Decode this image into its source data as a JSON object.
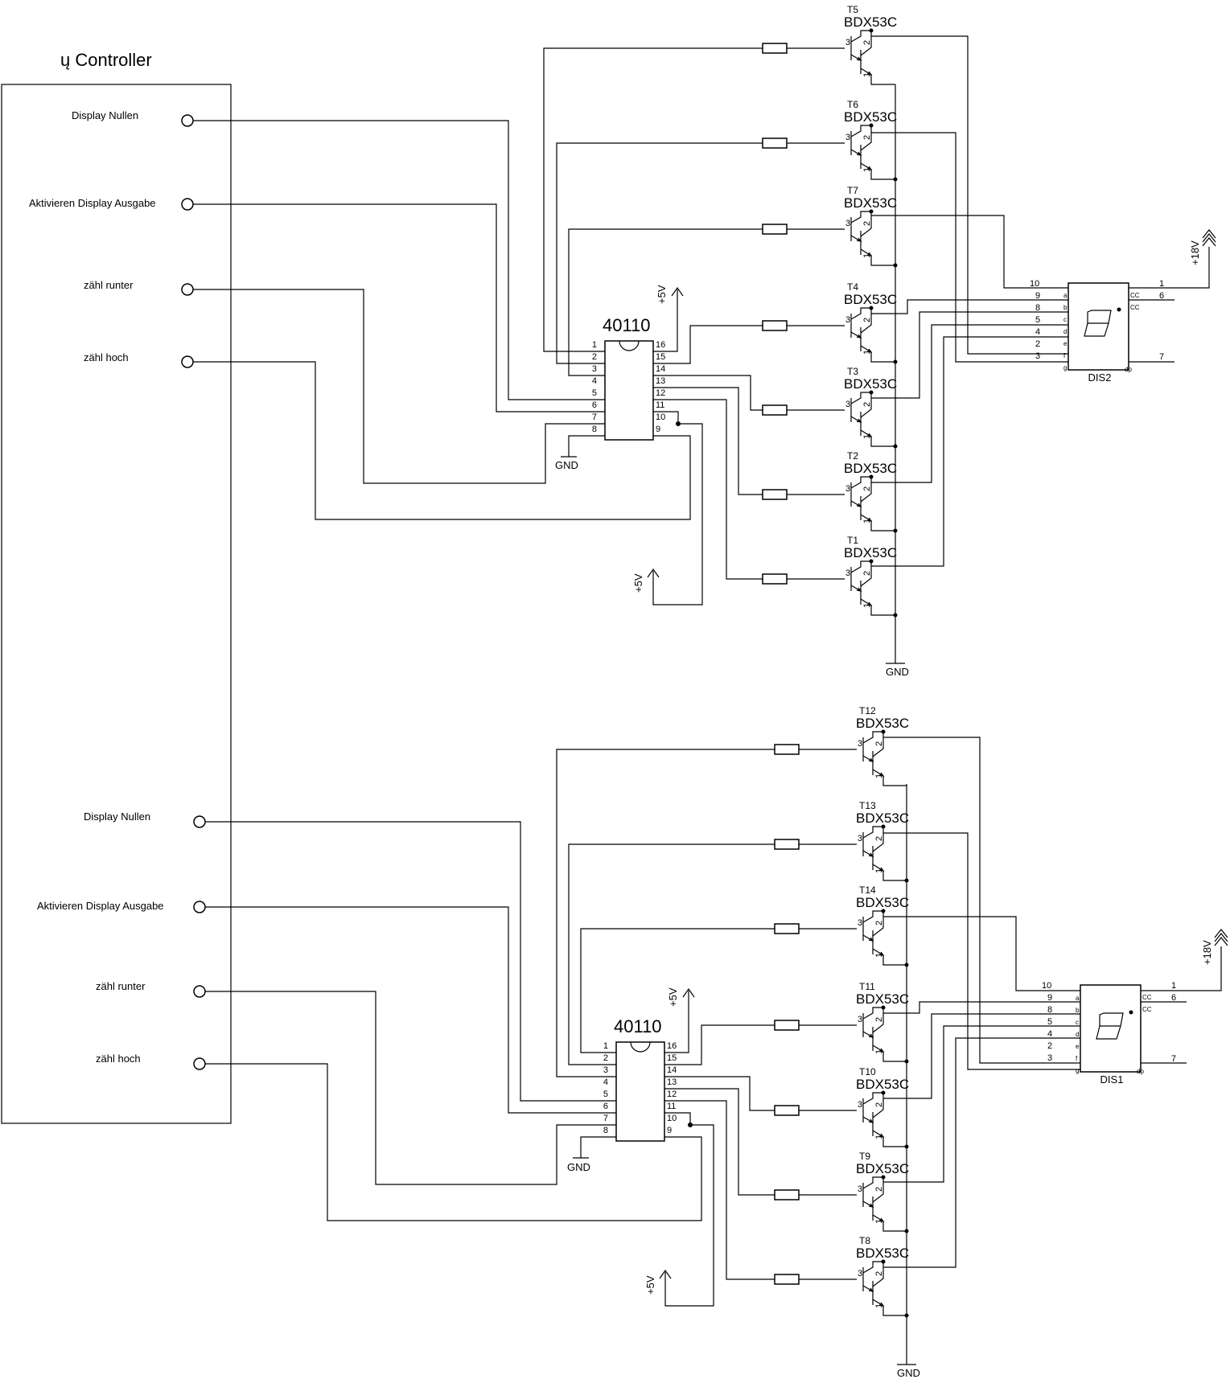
{
  "controller": {
    "title": "ų Controller",
    "inputs_top": [
      "Display Nullen",
      "Aktivieren Display Ausgabe",
      "zähl runter",
      "zähl hoch"
    ],
    "inputs_bottom": [
      "Display Nullen",
      "Aktivieren Display Ausgabe",
      "zähl runter",
      "zähl hoch"
    ]
  },
  "counters": [
    {
      "name": "40110",
      "gnd": "GND",
      "vcc": "+5V",
      "vcc2": "+5V"
    },
    {
      "name": "40110",
      "gnd": "GND",
      "vcc": "+5V",
      "vcc2": "+5V"
    }
  ],
  "transistors": {
    "type": "BDX53C",
    "top": [
      "T5",
      "T6",
      "T7",
      "T4",
      "T3",
      "T2",
      "T1"
    ],
    "bottom": [
      "T12",
      "T13",
      "T14",
      "T11",
      "T10",
      "T9",
      "T8"
    ],
    "pin_labels": [
      "3",
      "2",
      "1"
    ]
  },
  "gnd_top": "GND",
  "gnd_bottom": "GND",
  "displays": [
    {
      "name": "DIS2",
      "supply": "+18V"
    },
    {
      "name": "DIS1",
      "supply": "+18V"
    }
  ],
  "display_pins": {
    "left_numbers": [
      "10",
      "9",
      "8",
      "5",
      "4",
      "2",
      "3"
    ],
    "left_letters": [
      "a",
      "b",
      "c",
      "d",
      "e",
      "f",
      "g"
    ],
    "right_labels": [
      "CC",
      "CC",
      "dp"
    ],
    "right_numbers": [
      "1",
      "6",
      "7"
    ]
  },
  "ic_pins": {
    "left": [
      "1",
      "2",
      "3",
      "4",
      "5",
      "6",
      "7",
      "8"
    ],
    "right": [
      "16",
      "15",
      "14",
      "13",
      "12",
      "11",
      "10",
      "9"
    ]
  }
}
